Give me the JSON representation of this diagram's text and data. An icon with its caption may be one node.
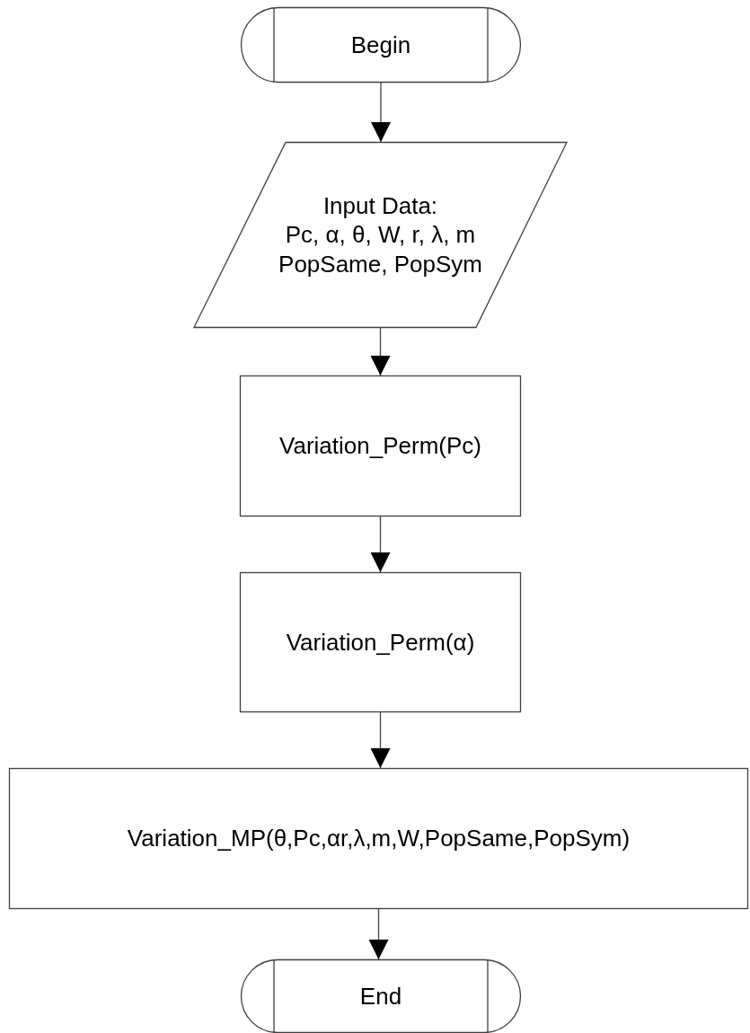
{
  "diagram": {
    "nodes": [
      {
        "text": [
          "Begin"
        ]
      },
      {
        "text": [
          "Input Data:",
          "Pc, α, θ, W, r, λ, m",
          "PopSame, PopSym"
        ]
      },
      {
        "text": [
          "Variation_Perm(Pc)"
        ]
      },
      {
        "text": [
          "Variation_Perm(α)"
        ]
      },
      {
        "text": [
          "Variation_MP(θ,Pc,αr,λ,m,W,PopSame,PopSym)"
        ]
      },
      {
        "text": [
          "End"
        ]
      }
    ],
    "edges": [
      {
        "from": 0,
        "to": 1,
        "arrow": "to"
      },
      {
        "from": 1,
        "to": 2,
        "arrow": "to"
      },
      {
        "from": 2,
        "to": 3,
        "arrow": "to"
      },
      {
        "from": 3,
        "to": 4,
        "arrow": "to"
      },
      {
        "from": 4,
        "to": 5,
        "arrow": "to"
      }
    ]
  }
}
